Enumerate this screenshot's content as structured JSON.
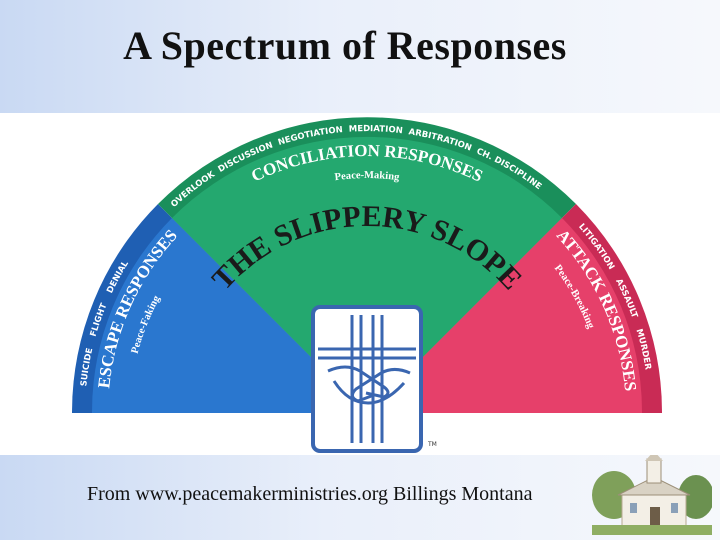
{
  "slide": {
    "title": "A Spectrum of Responses",
    "source_credit": "From www.peacemakerministries.org  Billings Montana"
  },
  "diagram": {
    "center_title": "THE SLIPPERY SLOPE",
    "trademark": "TM",
    "colors": {
      "escape": "#2a77cf",
      "escape_band": "#1f5fb3",
      "conciliation": "#24a86f",
      "conciliation_band": "#1a8f5b",
      "attack": "#e6406a",
      "attack_band": "#c92b55",
      "logo_blue": "#3a66b0"
    },
    "escape": {
      "title": "ESCAPE RESPONSES",
      "subtitle": "Peace-Faking",
      "items": [
        "SUICIDE",
        "FLIGHT",
        "DENIAL"
      ]
    },
    "conciliation": {
      "title": "CONCILIATION RESPONSES",
      "subtitle": "Peace-Making",
      "items": [
        "OVERLOOK",
        "DISCUSSION",
        "NEGOTIATION",
        "MEDIATION",
        "ARBITRATION",
        "CH. DISCIPLINE"
      ]
    },
    "attack": {
      "title": "ATTACK RESPONSES",
      "subtitle": "Peace-Breaking",
      "items": [
        "LITIGATION",
        "ASSAULT",
        "MURDER"
      ]
    },
    "logo_icon": "cross-handshake-logo-icon"
  }
}
